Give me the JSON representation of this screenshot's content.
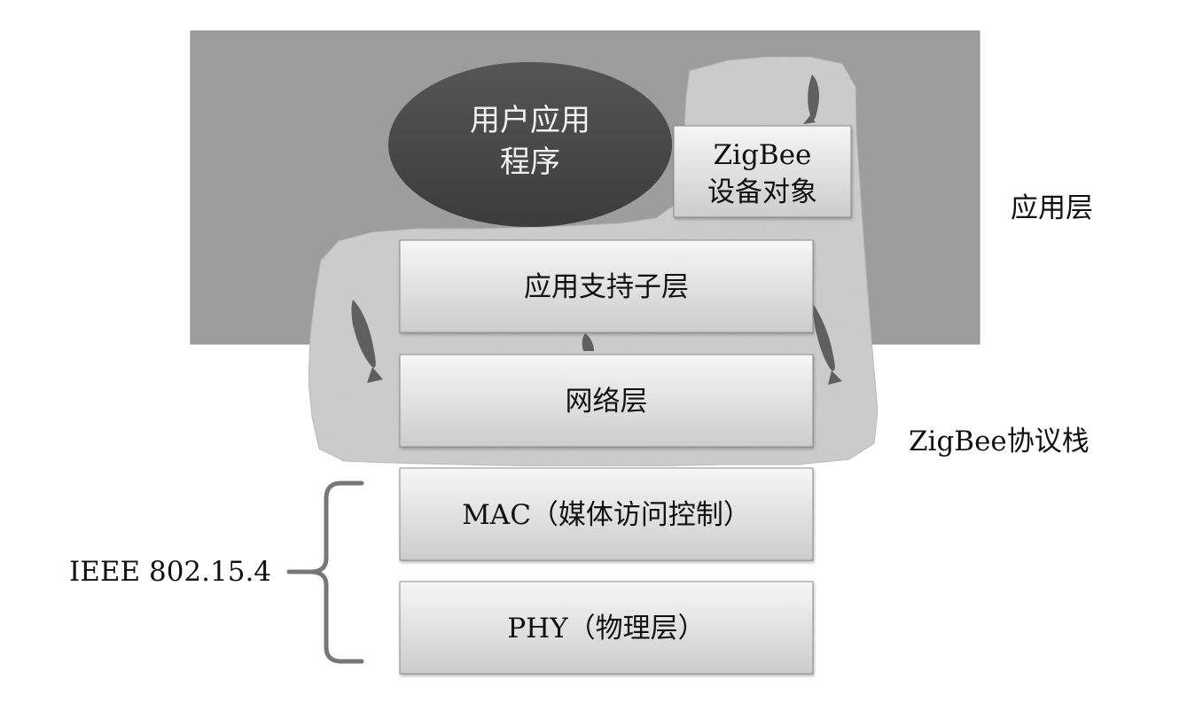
{
  "diagram": {
    "user_application": {
      "line1": "用户应用",
      "line2": "程序"
    },
    "zigbee_device_object": {
      "line1": "ZigBee",
      "line2": "设备对象"
    },
    "layers": {
      "aps": "应用支持子层",
      "network": "网络层",
      "mac": "MAC（媒体访问控制）",
      "phy": "PHY（物理层）"
    },
    "side_labels": {
      "application_layer": "应用层",
      "zigbee_stack": "ZigBee协议栈",
      "ieee": "IEEE 802.15.4"
    }
  },
  "colors": {
    "application_region": "#9d9d9d",
    "stone_region": "#cdcdcd",
    "ellipse": "#4a4a4a",
    "box_light": "#f4f4f4",
    "box_dark": "#cfcfcf"
  }
}
